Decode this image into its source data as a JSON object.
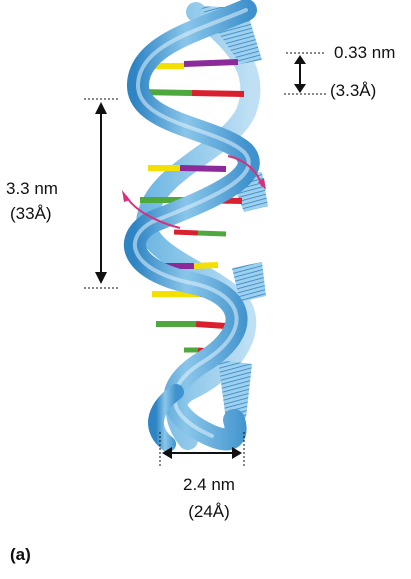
{
  "figure": {
    "panel_label": "(a)",
    "base_pair_rise": {
      "nm": "0.33 nm",
      "angstrom": "(3.3Å)"
    },
    "helix_pitch": {
      "nm": "3.3 nm",
      "angstrom": "(33Å)"
    },
    "helix_diameter": {
      "nm": "2.4 nm",
      "angstrom": "(24Å)"
    },
    "colors": {
      "backbone_light": "#bfe0f4",
      "backbone_mid": "#6eb7e3",
      "backbone_dark": "#2f85c4",
      "backbone_hatch": "#4a98cf",
      "base_yellow": "#f3e000",
      "base_purple": "#8b2a9a",
      "base_green": "#4fa83d",
      "base_red": "#d8202f",
      "rotation_arrow": "#d8307a",
      "dimension_arrow": "#111111"
    }
  }
}
